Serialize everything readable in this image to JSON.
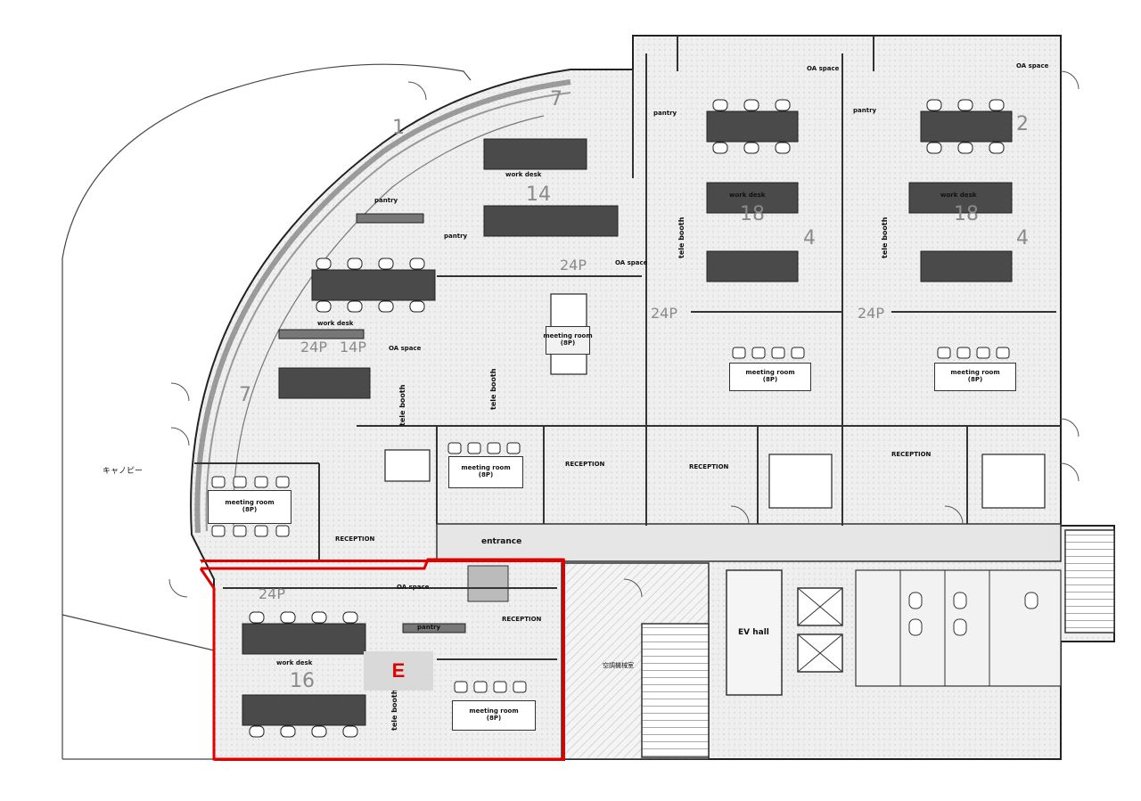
{
  "floor_plan": {
    "canopy_label": "キャノピー",
    "entrance_label": "entrance",
    "ev_hall_label": "EV hall",
    "utility_room_label": "空調機械室",
    "highlight_color": "#e00000",
    "section_badge": "E",
    "rooms": {
      "meeting_room_label": "meeting room",
      "meeting_room_capacity": "(8P)",
      "reception_label": "RECEPTION",
      "pantry_label": "pantry",
      "work_desk_label": "work desk",
      "oa_space_label": "OA space",
      "tele_booth_label": "tele booth"
    },
    "zone_numbers": {
      "z7_left": "7",
      "z7_top": "7",
      "z1": "1",
      "z14": "14",
      "z18a": "18",
      "z18b": "18",
      "z4a": "4",
      "z4b": "4",
      "z2": "2",
      "z16": "16"
    },
    "capacities": {
      "c24_a": "24P",
      "c24_b": "24P",
      "c24_c": "24P",
      "c24_d": "24P",
      "c24_e": "24P",
      "c14": "14P"
    }
  }
}
